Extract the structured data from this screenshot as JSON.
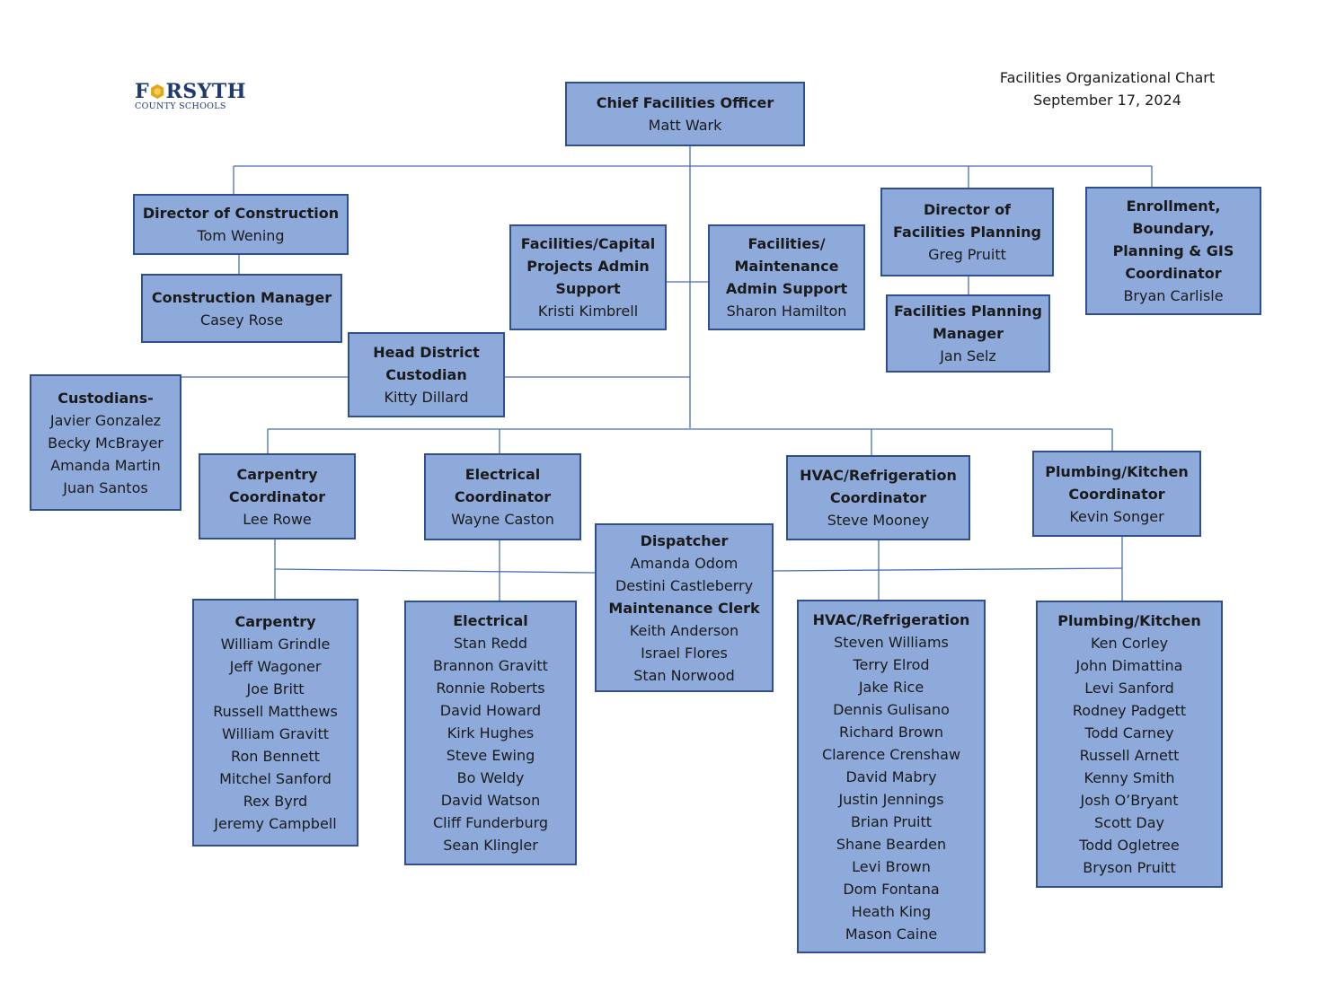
{
  "header": {
    "title": "Facilities Organizational Chart",
    "date": "September 17, 2024"
  },
  "logo": {
    "pre": "F",
    "post": "RSYTH",
    "sub": "COUNTY SCHOOLS"
  },
  "colors": {
    "box_fill": "#8eaadb",
    "box_border": "#2f4f8f",
    "line": "#4a6eb3",
    "logo": "#1f3a6e",
    "logo_gem": "#e0a91b"
  },
  "nodes": {
    "cfo": {
      "title": [
        "Chief Facilities Officer"
      ],
      "people": [
        "Matt Wark"
      ]
    },
    "dir_construction": {
      "title": [
        "Director of Construction"
      ],
      "people": [
        "Tom Wening"
      ]
    },
    "construction_mgr": {
      "title": [
        "Construction Manager"
      ],
      "people": [
        "Casey Rose"
      ]
    },
    "fac_capital_admin": {
      "title": [
        "Facilities/Capital",
        "Projects Admin",
        "Support"
      ],
      "people": [
        "Kristi Kimbrell"
      ]
    },
    "fac_maint_admin": {
      "title": [
        "Facilities/",
        "Maintenance",
        "Admin Support"
      ],
      "people": [
        "Sharon Hamilton"
      ]
    },
    "dir_planning": {
      "title": [
        "Director of",
        "Facilities Planning"
      ],
      "people": [
        "Greg Pruitt"
      ]
    },
    "planning_mgr": {
      "title": [
        "Facilities Planning",
        "Manager"
      ],
      "people": [
        "Jan Selz"
      ]
    },
    "enrollment": {
      "title": [
        "Enrollment,",
        "Boundary,",
        "Planning & GIS",
        "Coordinator"
      ],
      "people": [
        "Bryan Carlisle"
      ]
    },
    "head_custodian": {
      "title": [
        "Head District",
        "Custodian"
      ],
      "people": [
        "Kitty Dillard"
      ]
    },
    "custodians": {
      "title": [
        "Custodians-"
      ],
      "people": [
        "Javier Gonzalez",
        "Becky McBrayer",
        "Amanda Martin",
        "Juan Santos"
      ]
    },
    "carpentry_coord": {
      "title": [
        "Carpentry",
        "Coordinator"
      ],
      "people": [
        "Lee Rowe"
      ]
    },
    "electrical_coord": {
      "title": [
        "Electrical",
        "Coordinator"
      ],
      "people": [
        "Wayne Caston"
      ]
    },
    "hvac_coord": {
      "title": [
        "HVAC/Refrigeration",
        "Coordinator"
      ],
      "people": [
        "Steve Mooney"
      ]
    },
    "plumbing_coord": {
      "title": [
        "Plumbing/Kitchen",
        "Coordinator"
      ],
      "people": [
        "Kevin Songer"
      ]
    },
    "dispatcher": {
      "title": [
        "Dispatcher"
      ],
      "people": [
        "Amanda Odom",
        "Destini Castleberry"
      ],
      "subtitle": "Maintenance Clerk",
      "people2": [
        "Keith Anderson",
        "Israel Flores",
        "Stan Norwood"
      ]
    },
    "carpentry": {
      "title": [
        "Carpentry"
      ],
      "people": [
        "William Grindle",
        "Jeff Wagoner",
        "Joe Britt",
        "Russell Matthews",
        "William Gravitt",
        "Ron Bennett",
        "Mitchel Sanford",
        "Rex Byrd",
        "Jeremy Campbell"
      ]
    },
    "electrical": {
      "title": [
        "Electrical"
      ],
      "people": [
        "Stan Redd",
        "Brannon Gravitt",
        "Ronnie Roberts",
        "David Howard",
        "Kirk Hughes",
        "Steve Ewing",
        "Bo Weldy",
        "David Watson",
        "Cliff Funderburg",
        "Sean Klingler"
      ]
    },
    "hvac": {
      "title": [
        "HVAC/Refrigeration"
      ],
      "people": [
        "Steven Williams",
        "Terry Elrod",
        "Jake Rice",
        "Dennis Gulisano",
        "Richard Brown",
        "Clarence Crenshaw",
        "David Mabry",
        "Justin Jennings",
        "Brian Pruitt",
        "Shane Bearden",
        "Levi Brown",
        "Dom Fontana",
        "Heath King",
        "Mason Caine"
      ]
    },
    "plumbing": {
      "title": [
        "Plumbing/Kitchen"
      ],
      "people": [
        "Ken Corley",
        "John Dimattina",
        "Levi Sanford",
        "Rodney Padgett",
        "Todd Carney",
        "Russell Arnett",
        "Kenny Smith",
        "Josh O’Bryant",
        "Scott Day",
        "Todd Ogletree",
        "Bryson Pruitt"
      ]
    }
  }
}
